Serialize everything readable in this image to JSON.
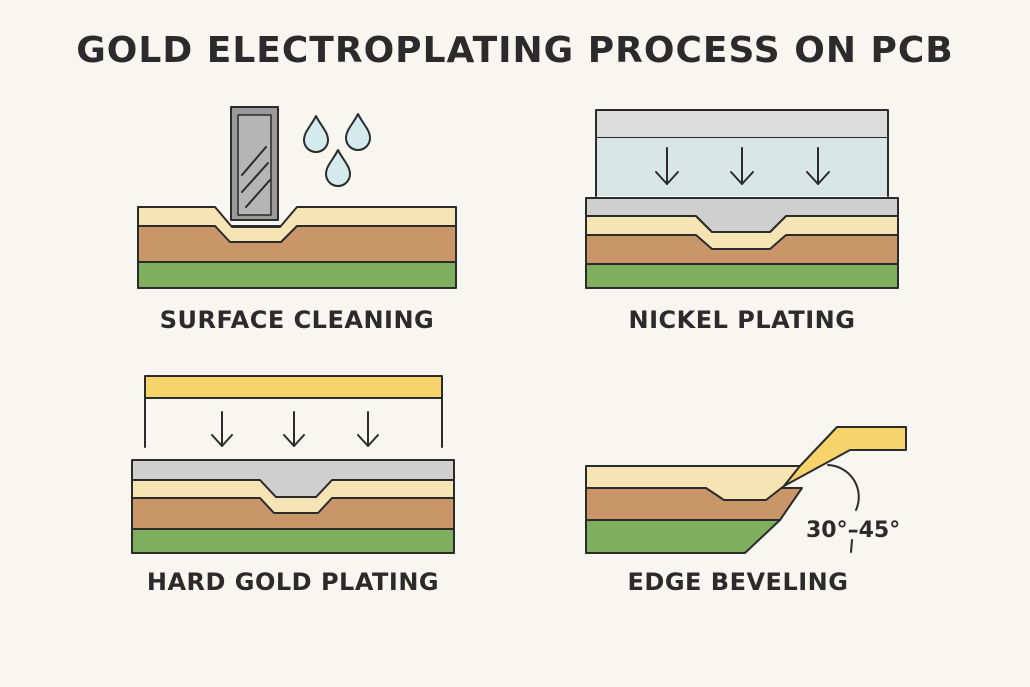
{
  "title": "GOLD ELECTROPLATING PROCESS ON PCB",
  "steps": [
    {
      "label": "SURFACE CLEANING"
    },
    {
      "label": "NICKEL PLATING"
    },
    {
      "label": "HARD GOLD PLATING"
    },
    {
      "label": "EDGE BEVELING",
      "angle_label": "30°–45°"
    }
  ],
  "colors": {
    "background": "#f8f6f1",
    "copper_top": "#f6e4b4",
    "copper": "#c9966a",
    "substrate": "#7fae5e",
    "nickel": "#cfcfcf",
    "gold": "#f6d36b",
    "bath": "#d9e6e6",
    "tool": "#9a9a9a",
    "droplet": "#d4ebee",
    "outline": "#2b2b2b"
  }
}
